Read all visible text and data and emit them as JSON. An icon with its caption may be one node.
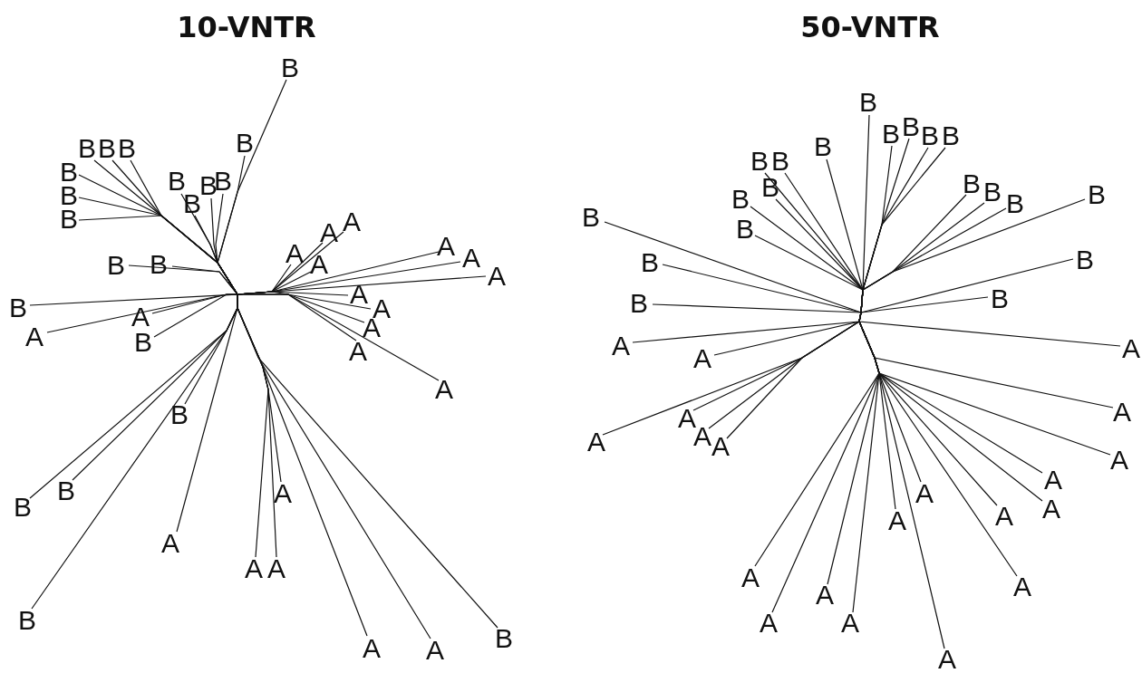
{
  "diagram": {
    "nodes": [
      {
        "text": [
          "B"
        ]
      },
      {
        "text": [
          "B"
        ]
      },
      {
        "text": [
          "B"
        ]
      },
      {
        "text": [
          "B"
        ]
      },
      {
        "text": [
          "B"
        ]
      },
      {
        "text": [
          "B"
        ]
      },
      {
        "text": [
          "B"
        ]
      },
      {
        "text": [
          "B"
        ]
      },
      {
        "text": [
          "B"
        ]
      },
      {
        "text": [
          "B"
        ]
      },
      {
        "text": [
          "B"
        ]
      },
      {
        "text": [
          "B"
        ]
      },
      {
        "text": [
          "B"
        ]
      },
      {
        "text": [
          "B"
        ]
      },
      {
        "text": [
          "B"
        ]
      },
      {
        "text": [
          "A"
        ]
      },
      {
        "text": [
          "A"
        ]
      },
      {
        "text": [
          "B"
        ]
      },
      {
        "text": [
          "B"
        ]
      },
      {
        "text": [
          "B"
        ]
      },
      {
        "text": [
          "B"
        ]
      },
      {
        "text": [
          "B"
        ]
      },
      {
        "text": [
          "A"
        ]
      },
      {
        "text": [
          "A"
        ]
      },
      {
        "text": [
          "A"
        ]
      },
      {
        "text": [
          "A"
        ]
      },
      {
        "text": [
          "A"
        ]
      },
      {
        "text": [
          "A"
        ]
      },
      {
        "text": [
          "B"
        ]
      },
      {
        "text": [
          "A"
        ]
      },
      {
        "text": [
          "A"
        ]
      },
      {
        "text": [
          "A"
        ]
      },
      {
        "text": [
          "A"
        ]
      },
      {
        "text": [
          "A"
        ]
      },
      {
        "text": [
          "A"
        ]
      },
      {
        "text": [
          "A"
        ]
      },
      {
        "text": [
          "A"
        ]
      },
      {
        "text": [
          "A"
        ]
      },
      {
        "text": [
          "A"
        ]
      },
      {
        "text": [
          "A"
        ]
      },
      {
        "text": [
          "A"
        ]
      },
      {
        "text": [
          "B"
        ]
      },
      {
        "text": [
          "B"
        ]
      },
      {
        "text": [
          "B"
        ]
      },
      {
        "text": [
          "B"
        ]
      },
      {
        "text": [
          "B"
        ]
      },
      {
        "text": [
          "B"
        ]
      },
      {
        "text": [
          "B"
        ]
      },
      {
        "text": [
          "B"
        ]
      },
      {
        "text": [
          "B"
        ]
      },
      {
        "text": [
          "B"
        ]
      },
      {
        "text": [
          "B"
        ]
      },
      {
        "text": [
          "B"
        ]
      },
      {
        "text": [
          "B"
        ]
      },
      {
        "text": [
          "B"
        ]
      },
      {
        "text": [
          "B"
        ]
      },
      {
        "text": [
          "B"
        ]
      },
      {
        "text": [
          "B"
        ]
      },
      {
        "text": [
          "B"
        ]
      },
      {
        "text": [
          "B"
        ]
      },
      {
        "text": [
          "B"
        ]
      },
      {
        "text": [
          "A"
        ]
      },
      {
        "text": [
          "A"
        ]
      },
      {
        "text": [
          "A"
        ]
      },
      {
        "text": [
          "A"
        ]
      },
      {
        "text": [
          "A"
        ]
      },
      {
        "text": [
          "A"
        ]
      },
      {
        "text": [
          "A"
        ]
      },
      {
        "text": [
          "A"
        ]
      },
      {
        "text": [
          "A"
        ]
      },
      {
        "text": [
          "A"
        ]
      },
      {
        "text": [
          "A"
        ]
      },
      {
        "text": [
          "A"
        ]
      },
      {
        "text": [
          "A"
        ]
      },
      {
        "text": [
          "A"
        ]
      },
      {
        "text": [
          "A"
        ]
      },
      {
        "text": [
          "A"
        ]
      },
      {
        "text": [
          "A"
        ]
      },
      {
        "text": [
          "A"
        ]
      },
      {
        "text": [
          "A"
        ]
      },
      {
        "text": [
          "A"
        ]
      }
    ],
    "edges": [
      {
        "from": null,
        "to": 0,
        "arrow": "none"
      },
      {
        "from": null,
        "to": 1,
        "arrow": "none"
      },
      {
        "from": null,
        "to": 2,
        "arrow": "none"
      },
      {
        "from": null,
        "to": 3,
        "arrow": "none"
      },
      {
        "from": null,
        "to": 4,
        "arrow": "none"
      },
      {
        "from": null,
        "to": 5,
        "arrow": "none"
      },
      {
        "from": null,
        "to": 6,
        "arrow": "none"
      },
      {
        "from": null,
        "to": 7,
        "arrow": "none"
      },
      {
        "from": null,
        "to": 8,
        "arrow": "none"
      },
      {
        "from": null,
        "to": 9,
        "arrow": "none"
      },
      {
        "from": null,
        "to": 10,
        "arrow": "none"
      },
      {
        "from": null,
        "to": 11,
        "arrow": "none"
      },
      {
        "from": null,
        "to": 12,
        "arrow": "none"
      },
      {
        "from": null,
        "to": 13,
        "arrow": "none"
      },
      {
        "from": null,
        "to": 14,
        "arrow": "none"
      },
      {
        "from": null,
        "to": 15,
        "arrow": "none"
      },
      {
        "from": null,
        "to": 16,
        "arrow": "none"
      },
      {
        "from": null,
        "to": 17,
        "arrow": "none"
      },
      {
        "from": null,
        "to": 18,
        "arrow": "none"
      },
      {
        "from": null,
        "to": 19,
        "arrow": "none"
      },
      {
        "from": null,
        "to": 20,
        "arrow": "none"
      },
      {
        "from": null,
        "to": 21,
        "arrow": "none"
      },
      {
        "from": null,
        "to": 22,
        "arrow": "none"
      },
      {
        "from": null,
        "to": 23,
        "arrow": "none"
      },
      {
        "from": null,
        "to": 24,
        "arrow": "none"
      },
      {
        "from": null,
        "to": 25,
        "arrow": "none"
      },
      {
        "from": null,
        "to": 26,
        "arrow": "none"
      },
      {
        "from": null,
        "to": 27,
        "arrow": "none"
      },
      {
        "from": null,
        "to": 28,
        "arrow": "none"
      },
      {
        "from": null,
        "to": 29,
        "arrow": "none"
      },
      {
        "from": null,
        "to": 30,
        "arrow": "none"
      },
      {
        "from": null,
        "to": 31,
        "arrow": "none"
      },
      {
        "from": null,
        "to": 32,
        "arrow": "none"
      },
      {
        "from": null,
        "to": 33,
        "arrow": "none"
      },
      {
        "from": null,
        "to": 34,
        "arrow": "none"
      },
      {
        "from": null,
        "to": 35,
        "arrow": "none"
      },
      {
        "from": null,
        "to": 36,
        "arrow": "none"
      },
      {
        "from": null,
        "to": 37,
        "arrow": "none"
      },
      {
        "from": null,
        "to": 38,
        "arrow": "none"
      },
      {
        "from": null,
        "to": 39,
        "arrow": "none"
      },
      {
        "from": null,
        "to": 40,
        "arrow": "none"
      },
      {
        "from": null,
        "to": 41,
        "arrow": "none"
      },
      {
        "from": null,
        "to": 42,
        "arrow": "none"
      },
      {
        "from": null,
        "to": 43,
        "arrow": "none"
      },
      {
        "from": null,
        "to": 44,
        "arrow": "none"
      },
      {
        "from": null,
        "to": 45,
        "arrow": "none"
      },
      {
        "from": null,
        "to": 46,
        "arrow": "none"
      },
      {
        "from": null,
        "to": 47,
        "arrow": "none"
      },
      {
        "from": null,
        "to": 48,
        "arrow": "none"
      },
      {
        "from": null,
        "to": 49,
        "arrow": "none"
      },
      {
        "from": null,
        "to": 50,
        "arrow": "none"
      },
      {
        "from": null,
        "to": 51,
        "arrow": "none"
      },
      {
        "from": null,
        "to": 52,
        "arrow": "none"
      },
      {
        "from": null,
        "to": 53,
        "arrow": "none"
      },
      {
        "from": null,
        "to": 54,
        "arrow": "none"
      },
      {
        "from": null,
        "to": 55,
        "arrow": "none"
      },
      {
        "from": null,
        "to": 56,
        "arrow": "none"
      },
      {
        "from": null,
        "to": 57,
        "arrow": "none"
      },
      {
        "from": null,
        "to": 58,
        "arrow": "none"
      },
      {
        "from": null,
        "to": 59,
        "arrow": "none"
      },
      {
        "from": null,
        "to": 60,
        "arrow": "none"
      },
      {
        "from": null,
        "to": 61,
        "arrow": "none"
      },
      {
        "from": null,
        "to": 62,
        "arrow": "none"
      },
      {
        "from": null,
        "to": 63,
        "arrow": "none"
      },
      {
        "from": null,
        "to": 64,
        "arrow": "none"
      },
      {
        "from": null,
        "to": 65,
        "arrow": "none"
      },
      {
        "from": null,
        "to": 66,
        "arrow": "none"
      },
      {
        "from": null,
        "to": 67,
        "arrow": "none"
      },
      {
        "from": null,
        "to": 68,
        "arrow": "none"
      },
      {
        "from": null,
        "to": 69,
        "arrow": "none"
      },
      {
        "from": null,
        "to": 70,
        "arrow": "none"
      },
      {
        "from": null,
        "to": 71,
        "arrow": "none"
      },
      {
        "from": null,
        "to": 72,
        "arrow": "none"
      },
      {
        "from": null,
        "to": 73,
        "arrow": "none"
      },
      {
        "from": null,
        "to": 74,
        "arrow": "none"
      },
      {
        "from": null,
        "to": 75,
        "arrow": "none"
      },
      {
        "from": null,
        "to": 76,
        "arrow": "none"
      },
      {
        "from": null,
        "to": 77,
        "arrow": "none"
      },
      {
        "from": null,
        "to": 78,
        "arrow": "none"
      },
      {
        "from": null,
        "to": 79,
        "arrow": "none"
      },
      {
        "from": null,
        "to": 80,
        "arrow": "none"
      }
    ],
    "labels": [
      "10-VNTR",
      "50-VNTR"
    ]
  }
}
